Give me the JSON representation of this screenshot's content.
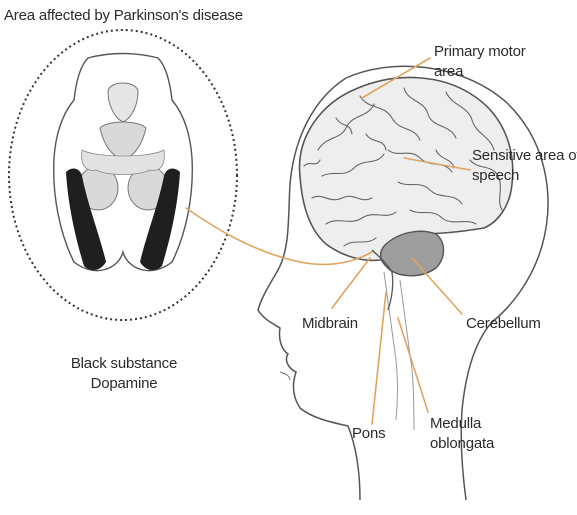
{
  "title": "Area affected by Parkinson's disease",
  "labels": {
    "primary_motor": [
      "Primary motor",
      "area"
    ],
    "sensitive_speech": [
      "Sensitive area of",
      "speech"
    ],
    "midbrain": "Midbrain",
    "cerebellum": "Cerebellum",
    "pons": "Pons",
    "medulla": [
      "Medulla",
      "oblongata"
    ],
    "black_substance": [
      "Black substance",
      "Dopamine"
    ]
  },
  "colors": {
    "leader": "#e0a45e",
    "outline": "#555555",
    "brain_fill": "#eeeeee",
    "cerebellum_fill": "#9e9e9e",
    "substantia_nigra": "#1f1f1f",
    "inset_light": "#dcdcdc"
  }
}
